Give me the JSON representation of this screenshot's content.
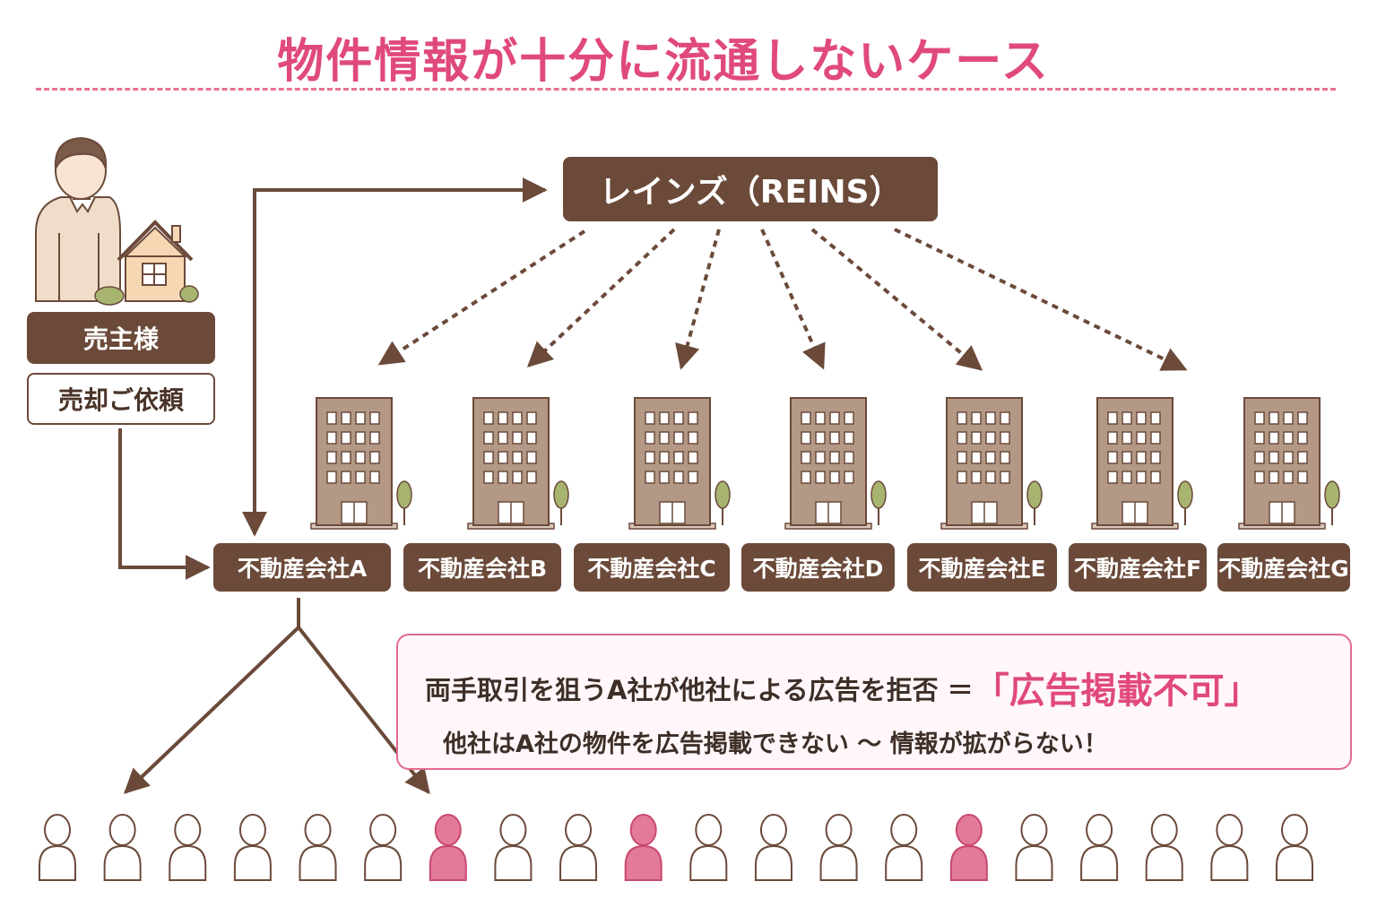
{
  "title": "物件情報が十分に流通しないケース",
  "reins_label": "レインズ（REINS）",
  "seller": {
    "label": "売主様",
    "request": "売却ご依頼"
  },
  "companies": [
    "不動産会社A",
    "不動産会社B",
    "不動産会社C",
    "不動産会社D",
    "不動産会社E",
    "不動産会社F",
    "不動産会社G"
  ],
  "info": {
    "line1_prefix": "両手取引を狙うA社が他社による広告を拒否 ＝",
    "line1_highlight": "「広告掲載不可」",
    "line2": "他社はA社の物件を広告掲載できない 〜 情報が拡がらない！"
  },
  "buyers": {
    "total": 20,
    "highlighted_positions": [
      7,
      10,
      15
    ]
  },
  "colors": {
    "accent_pink": "#e04a7a",
    "brown": "#6b4a3a",
    "building": "#b39886",
    "buyer_highlight": "#e27a98"
  }
}
